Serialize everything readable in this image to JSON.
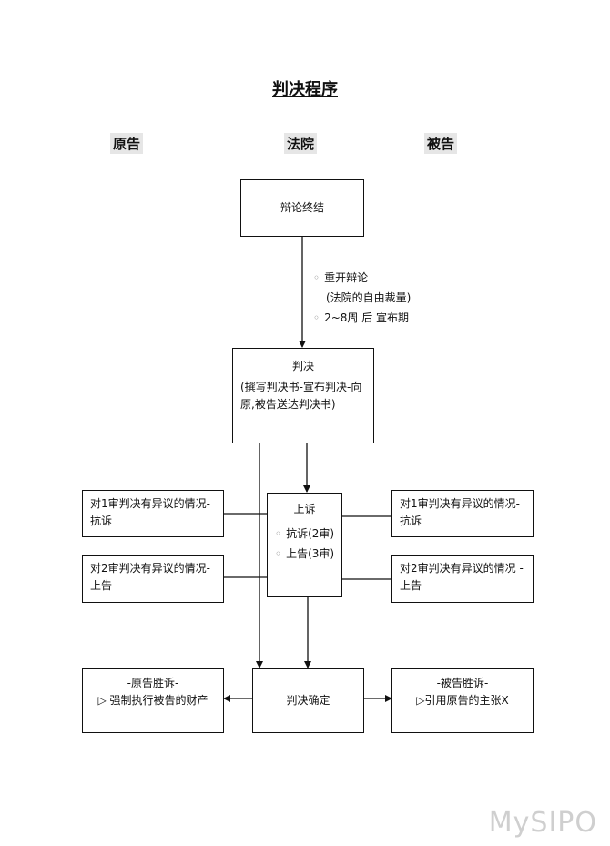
{
  "title": "判决程序",
  "columns": {
    "plaintiff": "原告",
    "court": "法院",
    "defendant": "被告"
  },
  "nodes": {
    "end_debate": "辩论终结",
    "judgment_title": "判决",
    "judgment_detail": "(撰写判决书-宣布判决-向原,被告送达判决书)",
    "appeal_title": "上诉",
    "appeal_items": [
      "抗诉(2审)",
      "上告(3审)"
    ],
    "left_objection_1": "对1审判决有异议的情况- 抗诉",
    "left_objection_2": "对2审判决有异议的情况- 上告",
    "right_objection_1": "对1审判决有异议的情况- 抗诉",
    "right_objection_2": "对2审判决有异议的情况 - 上告",
    "final": "判决确定",
    "plaintiff_win_title": "-原告胜诉-",
    "plaintiff_win_body": "▷ 强制执行被告的财产",
    "defendant_win_title": "-被告胜诉-",
    "defendant_win_body": "▷引用原告的主张X"
  },
  "notes": [
    "重开辩论",
    "(法院的自由裁量)",
    "2~8周 后 宣布期"
  ],
  "watermark": "MySIPO"
}
